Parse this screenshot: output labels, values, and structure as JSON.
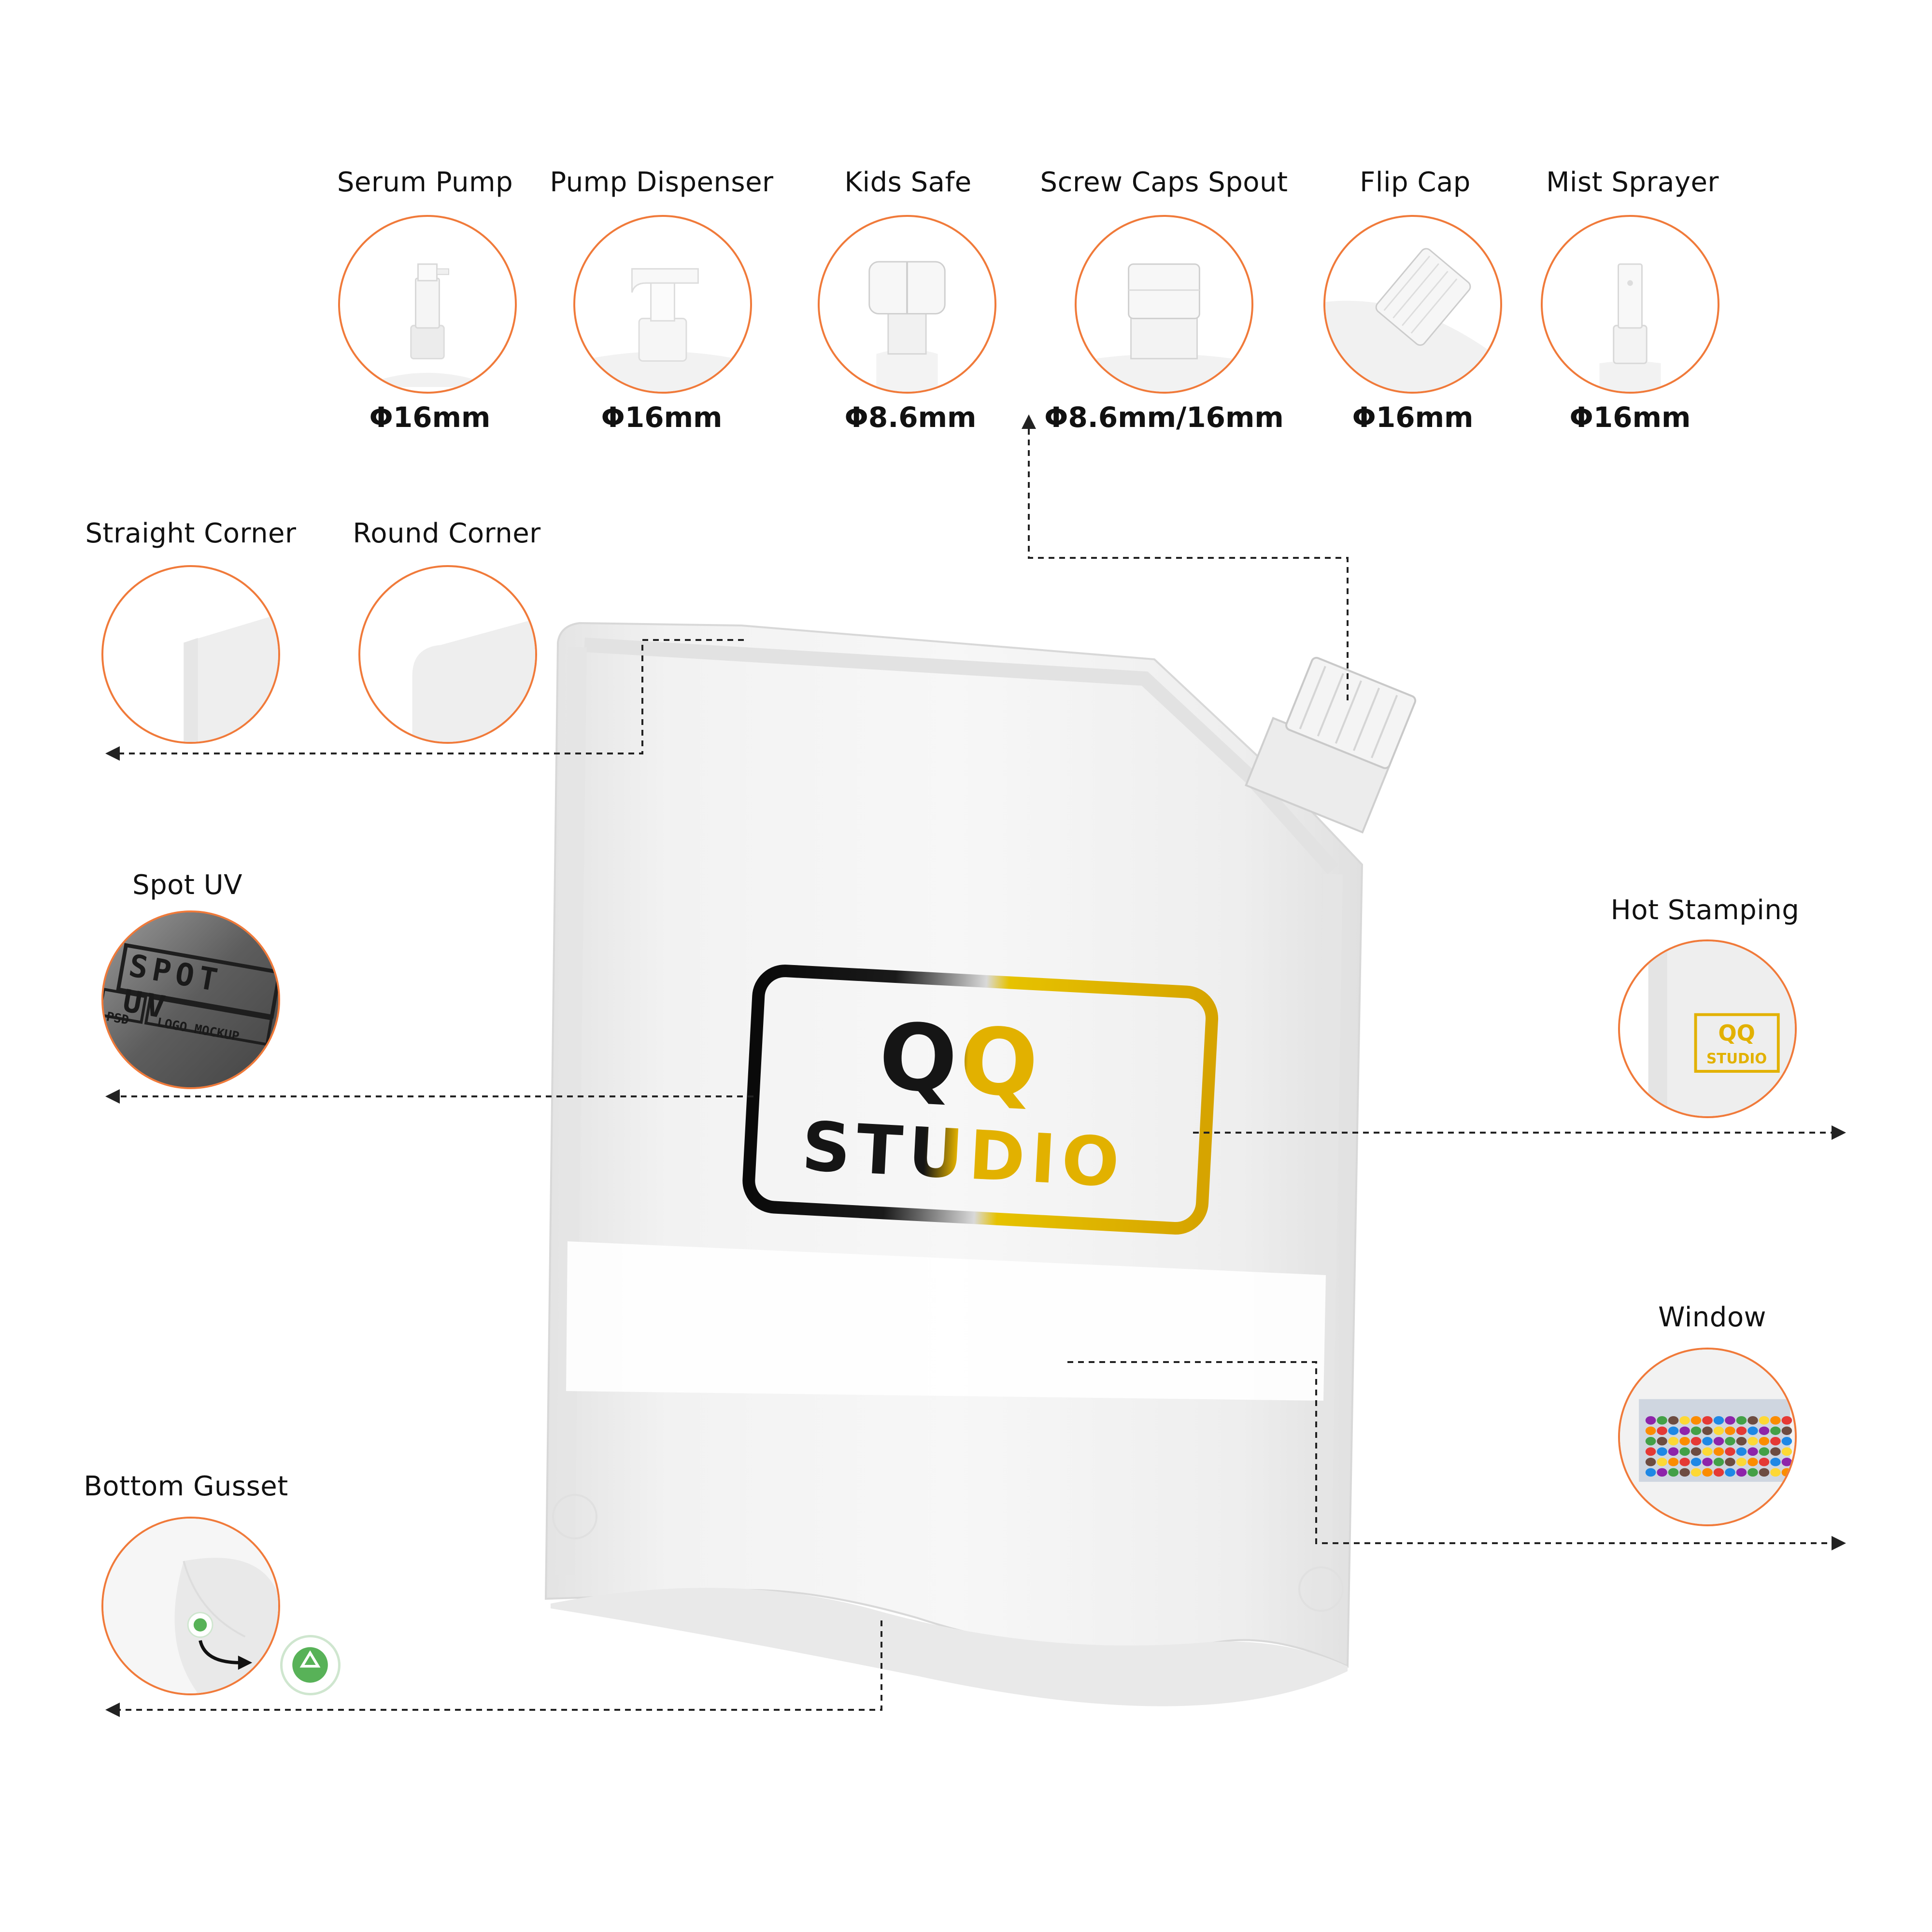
{
  "options": [
    {
      "label": "Serum Pump",
      "size": "Φ16mm",
      "icon": "serum-pump-icon"
    },
    {
      "label": "Pump Dispenser",
      "size": "Φ16mm",
      "icon": "pump-dispenser-icon"
    },
    {
      "label": "Kids Safe",
      "size": "Φ8.6mm",
      "icon": "kids-safe-cap-icon"
    },
    {
      "label": "Screw Caps Spout",
      "size": "Φ8.6mm/16mm",
      "icon": "screw-cap-spout-icon"
    },
    {
      "label": "Flip Cap",
      "size": "Φ16mm",
      "icon": "flip-cap-icon"
    },
    {
      "label": "Mist Sprayer",
      "size": "Φ16mm",
      "icon": "mist-sprayer-icon"
    }
  ],
  "corners": {
    "straight": "Straight Corner",
    "round": "Round Corner"
  },
  "features": {
    "spot_uv": "Spot UV",
    "hot_stamping": "Hot Stamping",
    "window": "Window",
    "bottom_gusset": "Bottom Gusset"
  },
  "logo": {
    "line1": "QQ",
    "line2": "STUDIO"
  },
  "spot_uv_sample": {
    "title": "SPOT UV",
    "sub1": "PSD",
    "sub2": "LOGO MOCKUP"
  },
  "colors": {
    "accent_ring": "#f07a3a",
    "gold": "#e2b100",
    "pouch": "#efefef"
  }
}
